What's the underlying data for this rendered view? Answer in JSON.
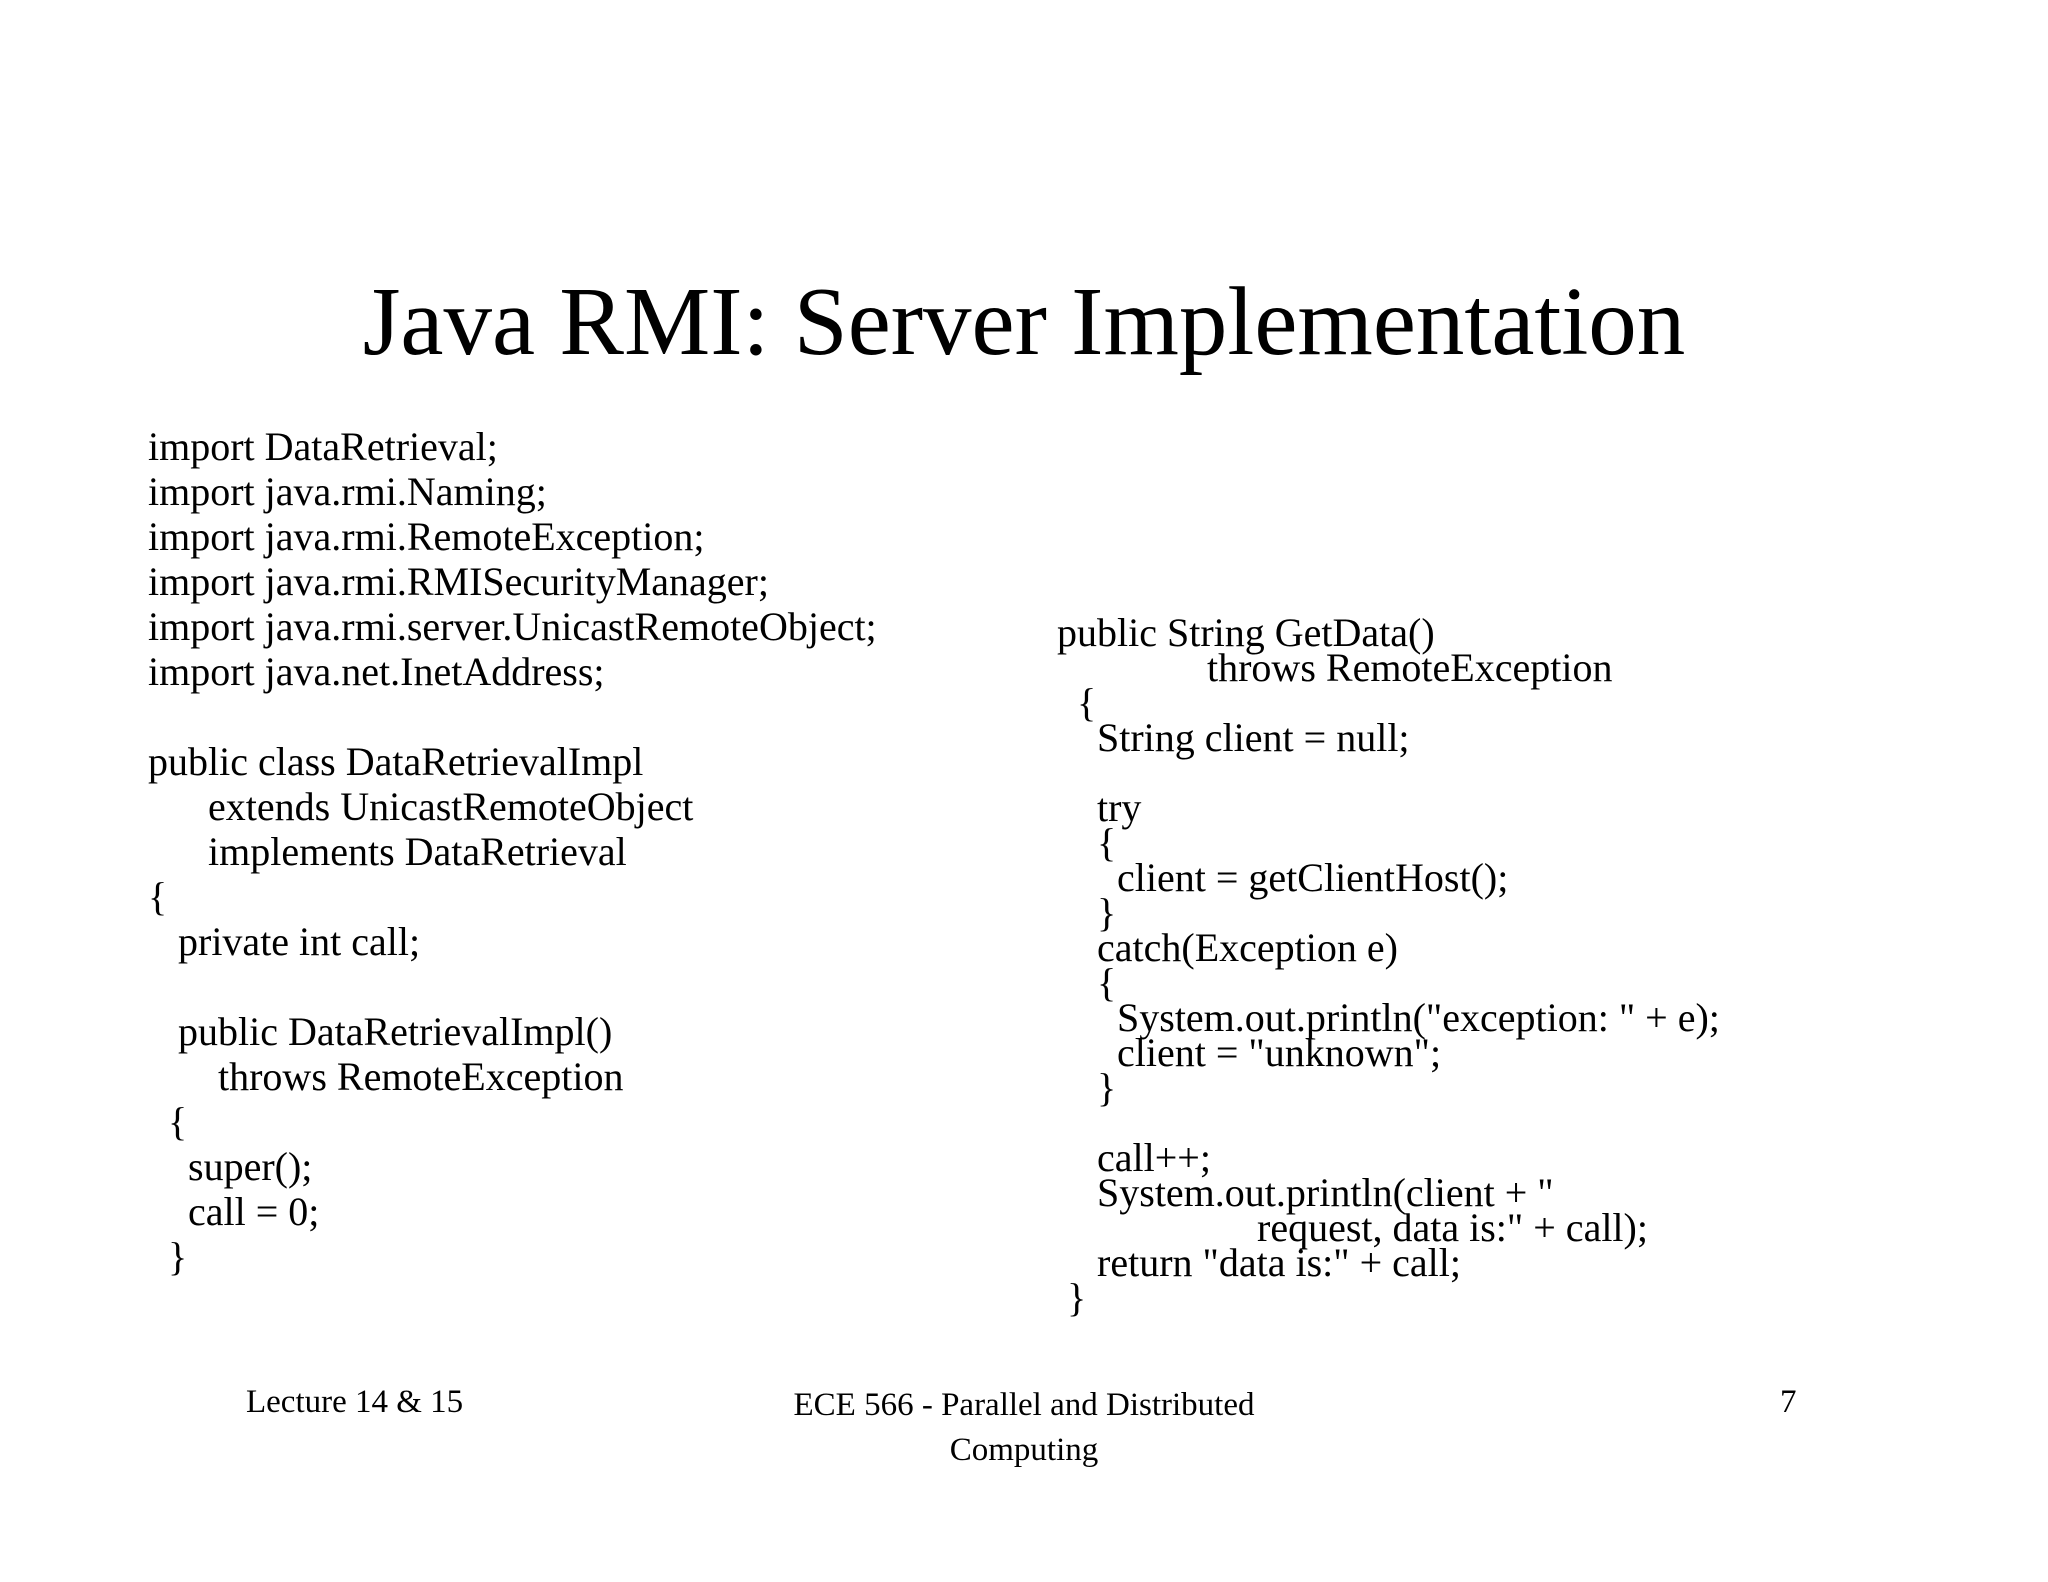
{
  "slide": {
    "title": "Java RMI: Server Implementation",
    "code_left": [
      "import DataRetrieval;",
      "import java.rmi.Naming;",
      "import java.rmi.RemoteException;",
      "import java.rmi.RMISecurityManager;",
      "import java.rmi.server.UnicastRemoteObject;",
      "import java.net.InetAddress;",
      "",
      "public class DataRetrievalImpl",
      "      extends UnicastRemoteObject",
      "      implements DataRetrieval",
      "{",
      "   private int call;",
      "",
      "   public DataRetrievalImpl()",
      "       throws RemoteException",
      "  {",
      "    super();",
      "    call = 0;",
      "  }"
    ],
    "code_right": [
      "public String GetData()",
      "               throws RemoteException",
      "  {",
      "    String client = null;",
      "",
      "    try",
      "    {",
      "      client = getClientHost();",
      "    }",
      "    catch(Exception e)",
      "    {",
      "      System.out.println(\"exception: \" + e);",
      "      client = \"unknown\";",
      "    }",
      "",
      "    call++;",
      "    System.out.println(client + \"",
      "                    request, data is:\" + call);",
      "    return \"data is:\" + call;",
      " }"
    ],
    "footer": {
      "left": "Lecture 14 & 15",
      "center": "ECE 566 - Parallel and Distributed Computing",
      "page_number": "7"
    }
  }
}
